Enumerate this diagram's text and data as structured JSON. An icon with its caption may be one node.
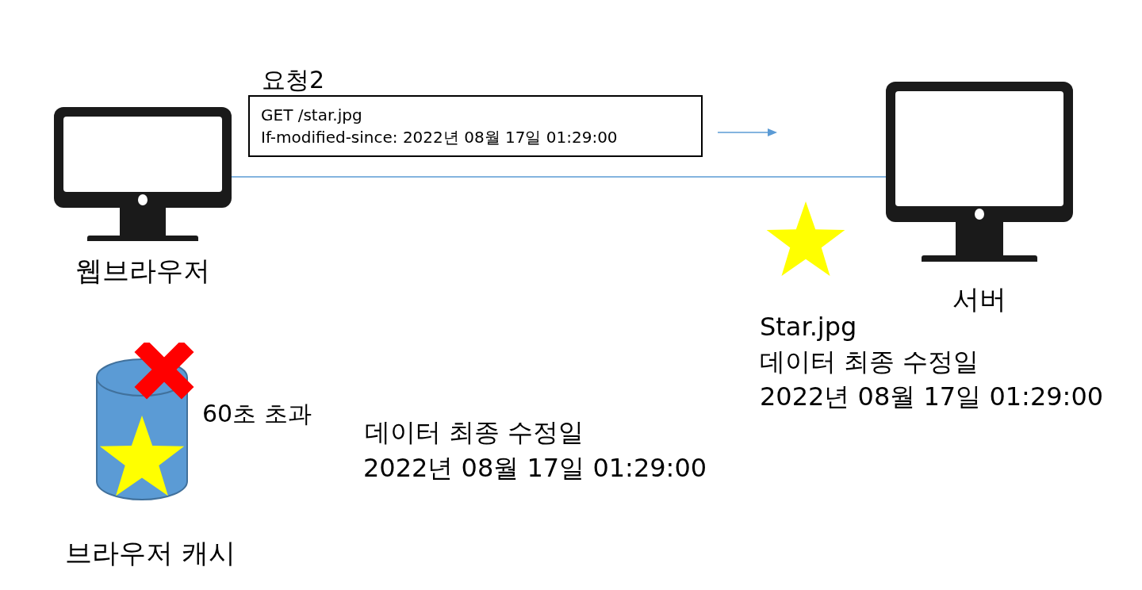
{
  "diagram": {
    "nodes": [
      {
        "text": [
          "웹브라우저"
        ]
      },
      {
        "text": [
          "요청2",
          "GET /star.jpg",
          "If-modified-since: 2022년 08월 17일 01:29:00"
        ]
      },
      {
        "text": [
          "서버"
        ]
      },
      {
        "text": [
          "브라우저 캐시"
        ],
        "beside": [
          "60초 초과"
        ]
      },
      {
        "text": [],
        "shape": "star"
      }
    ],
    "edges": [
      {
        "from": 0,
        "to": 2,
        "arrow": "none",
        "color": "#5b9bd5"
      }
    ],
    "labels": [
      "Star.jpg",
      "데이터 최종 수정일",
      "2022년 08월 17일 01:29:00",
      "데이터 최종 수정일",
      "2022년 08월 17일 01:29:00"
    ]
  }
}
